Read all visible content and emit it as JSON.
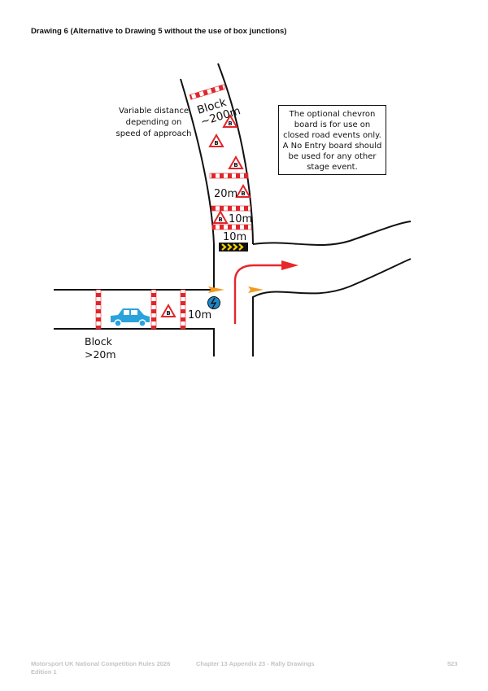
{
  "heading": "Drawing 6 (Alternative to Drawing 5 without the use of box junctions)",
  "labels": {
    "variable_lines": [
      "Variable distance",
      "depending on",
      "speed of approach"
    ],
    "block_top_line1": "Block",
    "block_top_line2": "~200m",
    "dist_20m": "20m",
    "dist_10m_a": "10m",
    "dist_10m_b": "10m",
    "dist_10m_left": "10m",
    "block_left_line1": "Block",
    "block_left_line2": ">20m"
  },
  "note_lines": [
    "The optional chevron",
    "board is for use on",
    "closed road events only.",
    "A No Entry board should",
    "be used for any other",
    "stage event."
  ],
  "sign_letter": "B",
  "footer": {
    "left_line1": "Motorsport UK National Competition Rules 2026",
    "left_line2": "Edition 1",
    "center": "Chapter 13 Appendix 23 - Rally Drawings",
    "page": "523"
  },
  "colors": {
    "barrier_red": "#e0262b",
    "car_blue": "#2aa3dc",
    "marshal_blue": "#1e88c8",
    "arrow_red": "#e8262a",
    "arrow_orange": "#f39a1d",
    "chevron_yellow": "#f5d000"
  }
}
